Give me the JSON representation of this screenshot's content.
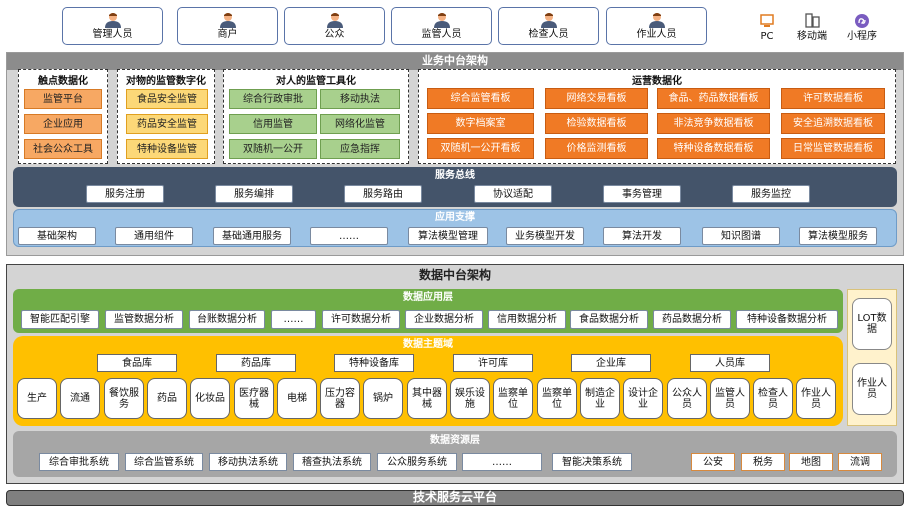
{
  "users": [
    "管理人员",
    "商户",
    "公众",
    "监管人员",
    "检查人员",
    "作业人员"
  ],
  "terminals": [
    {
      "label": "PC",
      "icon": "pc-icon"
    },
    {
      "label": "移动端",
      "icon": "mobile-icon"
    },
    {
      "label": "小程序",
      "icon": "mini-program-icon"
    }
  ],
  "business": {
    "title": "业务中台架构",
    "touchpoint": {
      "title": "触点数据化",
      "items": [
        "监管平台",
        "企业应用",
        "社会公众工具"
      ]
    },
    "objects": {
      "title": "对物的监管数字化",
      "items": [
        "食品安全监管",
        "药品安全监管",
        "特种设备监管"
      ]
    },
    "people": {
      "title": "对人的监管工具化",
      "items": [
        "综合行政审批",
        "移动执法",
        "信用监管",
        "网络化监管",
        "双随机一公开",
        "应急指挥"
      ]
    },
    "operations": {
      "title": "运营数据化",
      "items": [
        "综合监管看板",
        "网络交易看板",
        "食品、药品数据看板",
        "许可数据看板",
        "数字档案室",
        "检验数据看板",
        "非法竞争数据看板",
        "安全追溯数据看板",
        "双随机一公开看板",
        "价格监测看板",
        "特种设备数据看板",
        "日常监管数据看板"
      ]
    },
    "bus": {
      "title": "服务总线",
      "items": [
        "服务注册",
        "服务编排",
        "服务路由",
        "协议适配",
        "事务管理",
        "服务监控"
      ]
    },
    "support": {
      "title": "应用支撑",
      "items": [
        "基础架构",
        "通用组件",
        "基础通用服务",
        "……",
        "算法模型管理",
        "业务模型开发",
        "算法开发",
        "知识图谱",
        "算法模型服务"
      ]
    }
  },
  "data": {
    "title": "数据中台架构",
    "app_layer": {
      "title": "数据应用层",
      "items": [
        "智能匹配引擎",
        "监管数据分析",
        "台账数据分析",
        "……",
        "许可数据分析",
        "企业数据分析",
        "信用数据分析",
        "食品数据分析",
        "药品数据分析",
        "特种设备数据分析"
      ]
    },
    "subject": {
      "title": "数据主题域",
      "libraries": [
        "食品库",
        "药品库",
        "特种设备库",
        "许可库",
        "企业库",
        "人员库"
      ],
      "items": [
        "生产",
        "流通",
        "餐饮服务",
        "药品",
        "化妆品",
        "医疗器械",
        "电梯",
        "压力容器",
        "锅炉",
        "其中器械",
        "娱乐设施",
        "监察单位",
        "监察单位",
        "制造企业",
        "设计企业",
        "公众人员",
        "监管人员",
        "检查人员",
        "作业人员"
      ]
    },
    "resource": {
      "title": "数据资源层",
      "items": [
        "综合审批系统",
        "综合监管系统",
        "移动执法系统",
        "稽查执法系统",
        "公众服务系统",
        "……",
        "智能决策系统"
      ],
      "external": [
        "公安",
        "税务",
        "地图",
        "流调"
      ]
    },
    "side": [
      "LOT数据",
      "作业人员"
    ]
  },
  "cloud": "技术服务云平台"
}
